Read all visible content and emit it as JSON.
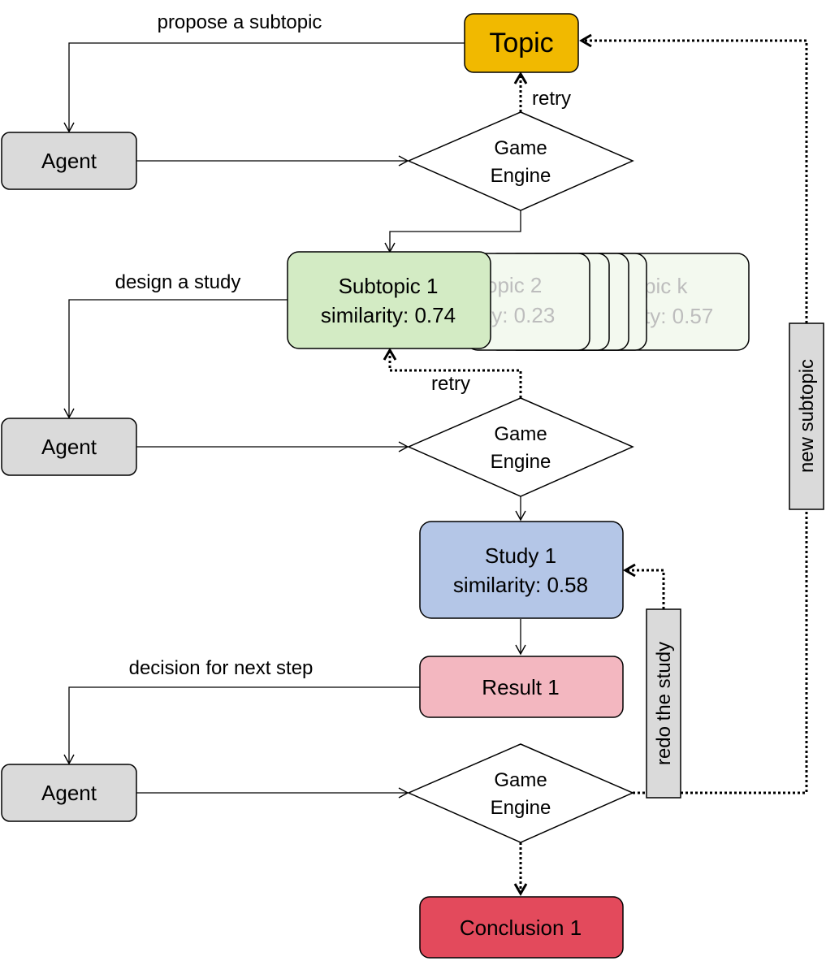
{
  "nodes": {
    "topic": "Topic",
    "agent_1": "Agent",
    "agent_2": "Agent",
    "agent_3": "Agent",
    "engine_1": [
      "Game",
      "Engine"
    ],
    "engine_2": [
      "Game",
      "Engine"
    ],
    "engine_3": [
      "Game",
      "Engine"
    ],
    "subtopic_1": [
      "Subtopic 1",
      "similarity: 0.74"
    ],
    "subtopic_2_partial": [
      "opic 2",
      "ty: 0.23"
    ],
    "subtopic_k_partial": [
      "pic k",
      "ty: 0.57"
    ],
    "study_1": [
      "Study 1",
      "similarity: 0.58"
    ],
    "result_1": "Result 1",
    "conclusion_1": "Conclusion 1"
  },
  "edges": {
    "propose_subtopic": "propose a subtopic",
    "design_study": "design a study",
    "decision_next": "decision for next step",
    "retry_1": "retry",
    "retry_2": "retry",
    "redo_study": "redo the study",
    "new_subtopic": "new subtopic"
  },
  "colors": {
    "topic": "#f1b900",
    "agent": "#dadada",
    "subtopic": "#d3ebc4",
    "subtopic_ghost": "#f3f9ef",
    "study": "#b4c6e7",
    "result": "#f3b7c0",
    "conclusion": "#e34a5c",
    "label_box": "#dadada"
  }
}
